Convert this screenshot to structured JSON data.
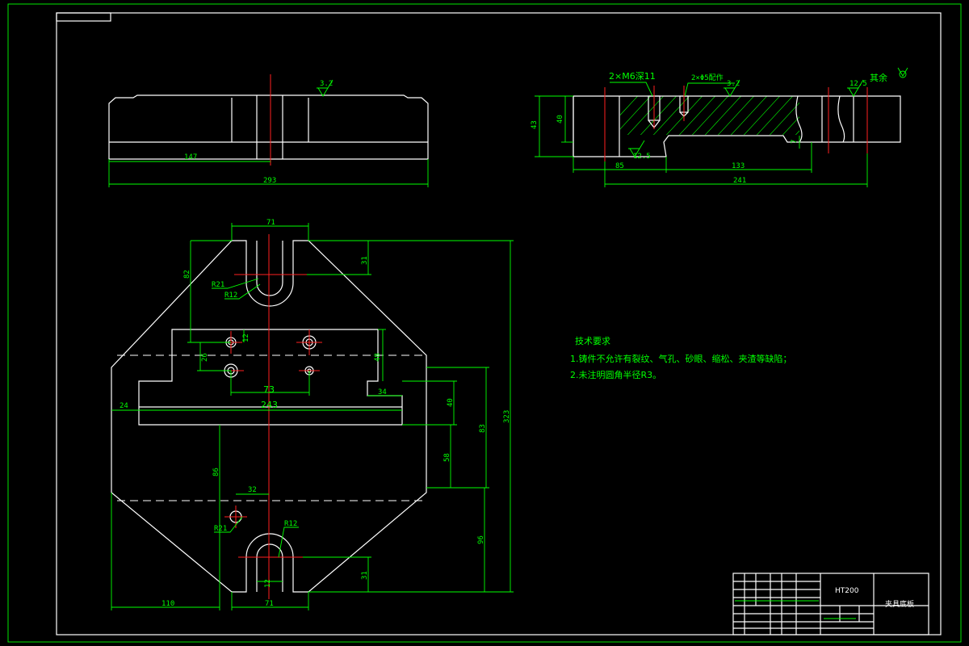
{
  "colors": {
    "background": "#000000",
    "outline": "#ffffff",
    "dimension": "#00ff00",
    "centerline": "#ff2020"
  },
  "front_view": {
    "dims": {
      "d147": "147",
      "d293": "293"
    },
    "roughness": "3.2"
  },
  "side_view": {
    "callout_thread": "2×M6深11",
    "callout_pin": "2×Φ5配作",
    "rest_label": "其余",
    "roughness_a": "3.2",
    "roughness_b": "12.5",
    "roughness_c": "12.5",
    "dims": {
      "d43": "43",
      "d40": "40",
      "d7": "7",
      "d85": "85",
      "d133": "133",
      "d241": "241"
    }
  },
  "plan_view": {
    "dims": {
      "d71_top": "71",
      "d31_top": "31",
      "d82": "82",
      "d12": "12",
      "d26": "26",
      "d48": "48",
      "d73": "73",
      "d34": "34",
      "d24": "24",
      "d243": "243",
      "d40": "40",
      "d83": "83",
      "d323": "323",
      "d58": "58",
      "d86": "86",
      "d32": "32",
      "d96": "96",
      "d31_bot": "31",
      "d110": "110",
      "d71_bot": "71",
      "d12_slot": "12"
    },
    "radii": {
      "r21_top": "R21",
      "r12_top": "R12",
      "r21_bot": "R21",
      "r12_bot": "R12"
    }
  },
  "notes": {
    "title": "技术要求",
    "line1": "1.铸件不允许有裂纹、气孔、砂眼、缩松、夹渣等缺陷；",
    "line2": "2.未注明圆角半径R3。"
  },
  "title_block": {
    "material": "HT200",
    "part_name": "夹具底板"
  }
}
